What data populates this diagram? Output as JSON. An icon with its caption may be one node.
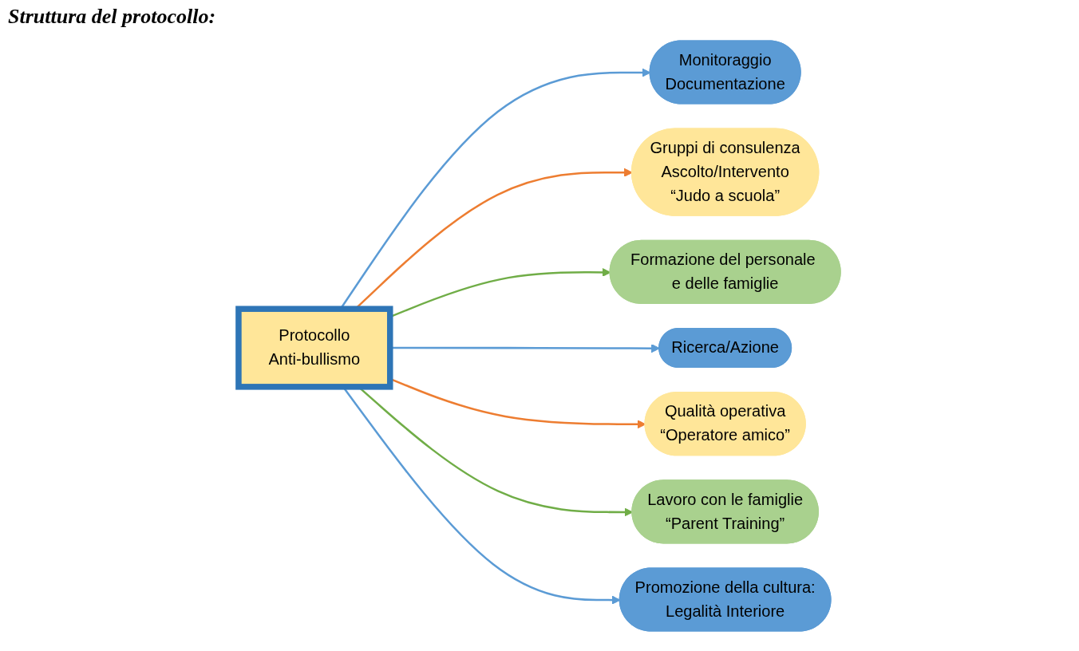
{
  "diagram": {
    "title": "Struttura del protocollo:",
    "nodes": [
      {
        "text": [
          "Protocollo",
          "Anti-bullismo"
        ]
      },
      {
        "text": [
          "Monitoraggio",
          "Documentazione"
        ]
      },
      {
        "text": [
          "Gruppi di consulenza",
          "Ascolto/Intervento",
          "“Judo a scuola”"
        ]
      },
      {
        "text": [
          "Formazione del personale e delle famiglie"
        ]
      },
      {
        "text": [
          "Ricerca/Azione"
        ]
      },
      {
        "text": [
          "Promozione della cultura:",
          "Legalità Interiore"
        ]
      },
      {
        "text": [
          "Lavoro con le famiglie",
          "“Parent Training”"
        ]
      },
      {
        "text": [
          "Qualità operativa",
          "“Operatore amico”"
        ]
      }
    ],
    "edges": [
      {
        "from": 0,
        "to": 1,
        "arrow": "to",
        "color": "#5b9bd5"
      },
      {
        "from": 0,
        "to": 2,
        "arrow": "to",
        "color": "#ed7d31"
      },
      {
        "from": 0,
        "to": 3,
        "arrow": "to",
        "color": "#70ad47"
      },
      {
        "from": 0,
        "to": 4,
        "arrow": "to",
        "color": "#5b9bd5"
      },
      {
        "from": 0,
        "to": 7,
        "arrow": "to",
        "color": "#ed7d31"
      },
      {
        "from": 0,
        "to": 6,
        "arrow": "to",
        "color": "#70ad47"
      },
      {
        "from": 0,
        "to": 5,
        "arrow": "to",
        "color": "#5b9bd5"
      }
    ]
  }
}
